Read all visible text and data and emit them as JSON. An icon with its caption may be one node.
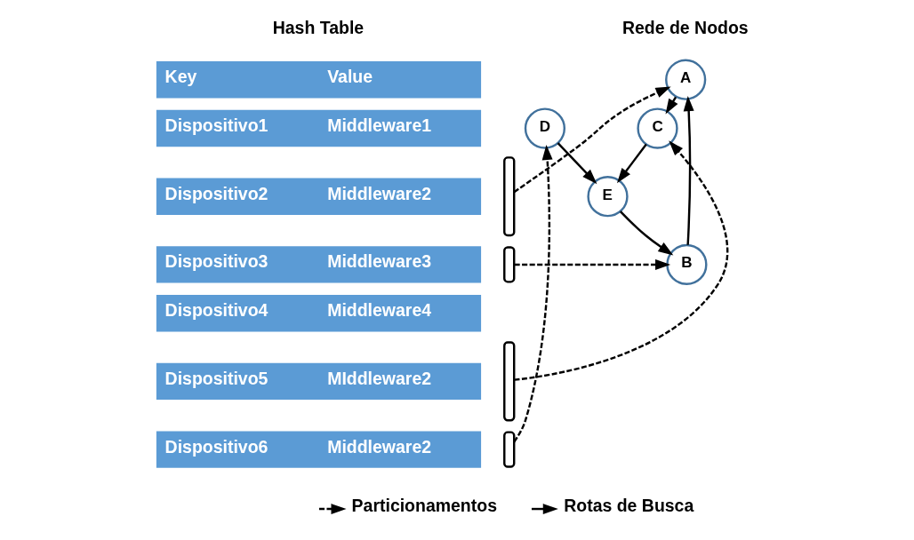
{
  "diagram": {
    "nodes": [
      {
        "text": [
          "Key",
          "Value"
        ]
      },
      {
        "text": [
          "Dispositivo1",
          "Middleware1"
        ]
      },
      {
        "text": [
          "Dispositivo2",
          "Middleware2"
        ]
      },
      {
        "text": [
          "Dispositivo3",
          "Middleware3"
        ]
      },
      {
        "text": [
          "Dispositivo4",
          "Middleware4"
        ]
      },
      {
        "text": [
          "Dispositivo5",
          "MIddleware2"
        ]
      },
      {
        "text": [
          "Dispositivo6",
          "Middleware2"
        ]
      },
      {
        "text": [],
        "shape": "brace"
      },
      {
        "text": [],
        "shape": "brace"
      },
      {
        "text": [],
        "shape": "brace"
      },
      {
        "text": [],
        "shape": "brace"
      },
      {
        "text": [
          "A"
        ]
      },
      {
        "text": [
          "B"
        ]
      },
      {
        "text": [
          "C"
        ]
      },
      {
        "text": [
          "E"
        ]
      },
      {
        "text": [
          "D"
        ]
      }
    ],
    "edges": [
      {
        "from": 7,
        "to": 11,
        "arrow": "to",
        "style": "dashed"
      },
      {
        "from": 8,
        "to": 12,
        "arrow": "to",
        "style": "dashed"
      },
      {
        "from": 9,
        "to": 13,
        "arrow": "to",
        "style": "dashed"
      },
      {
        "from": 10,
        "to": 15,
        "arrow": "to",
        "style": "dashed"
      },
      {
        "from": 11,
        "to": 13,
        "arrow": "to"
      },
      {
        "from": 13,
        "to": 14,
        "arrow": "to"
      },
      {
        "from": 14,
        "to": 12,
        "arrow": "to"
      },
      {
        "from": 12,
        "to": 11,
        "arrow": "to"
      },
      {
        "from": 15,
        "to": 14,
        "arrow": "to"
      }
    ],
    "labels": [
      "Hash Table",
      "Rede de Nodos"
    ],
    "legend": [
      {
        "text": "Particionamentos"
      },
      {
        "text": "Rotas de Busca"
      }
    ]
  }
}
